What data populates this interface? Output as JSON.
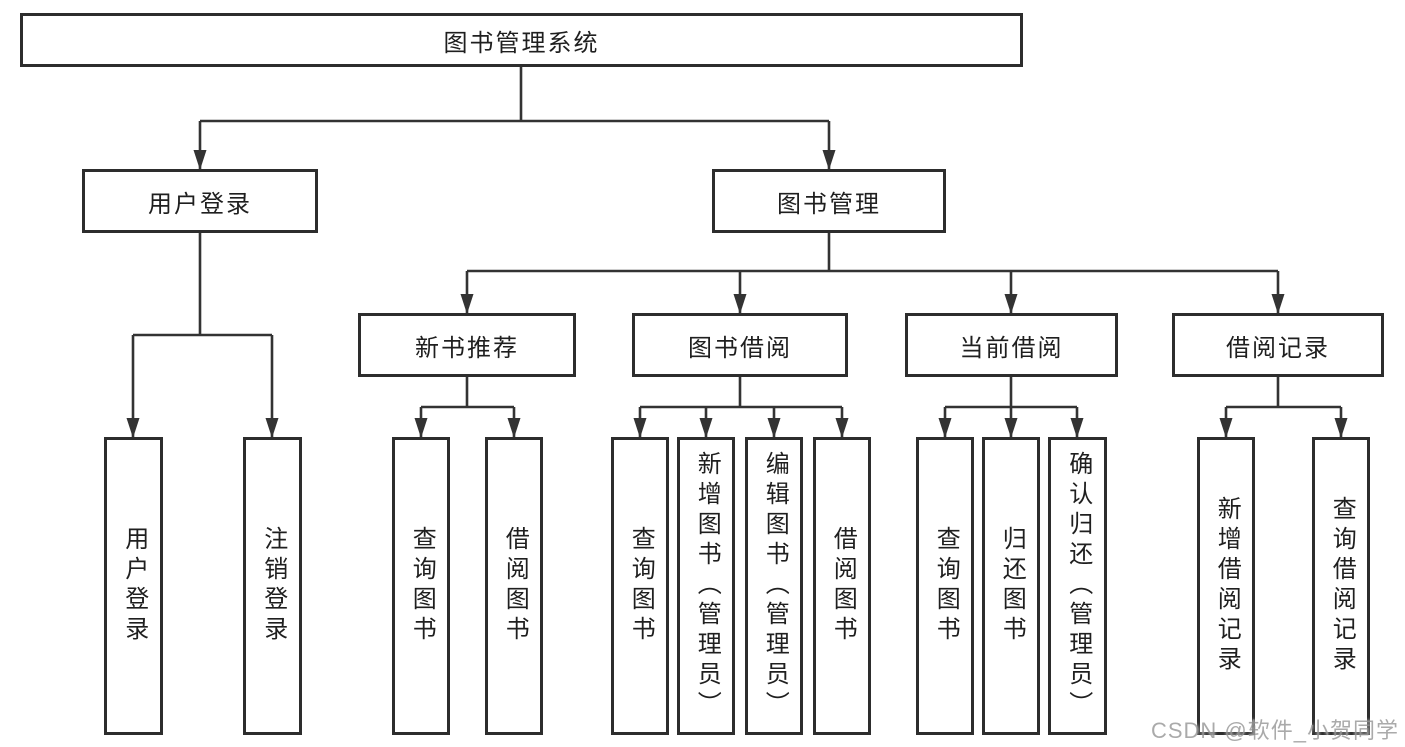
{
  "tree": {
    "root": {
      "label": "图书管理系统",
      "children": [
        {
          "label": "用户登录",
          "children": [
            {
              "label": "用户登录"
            },
            {
              "label": "注销登录"
            }
          ]
        },
        {
          "label": "图书管理",
          "children": [
            {
              "label": "新书推荐",
              "children": [
                {
                  "label": "查询图书"
                },
                {
                  "label": "借阅图书"
                }
              ]
            },
            {
              "label": "图书借阅",
              "children": [
                {
                  "label": "查询图书"
                },
                {
                  "label": "新增图书（管理员）"
                },
                {
                  "label": "编辑图书（管理员）"
                },
                {
                  "label": "借阅图书"
                }
              ]
            },
            {
              "label": "当前借阅",
              "children": [
                {
                  "label": "查询图书"
                },
                {
                  "label": "归还图书"
                },
                {
                  "label": "确认归还（管理员）"
                }
              ]
            },
            {
              "label": "借阅记录",
              "children": [
                {
                  "label": "新增借阅记录"
                },
                {
                  "label": "查询借阅记录"
                }
              ]
            }
          ]
        }
      ]
    }
  },
  "watermark": {
    "text": "CSDN @软件_小贺同学"
  },
  "colors": {
    "line": "#333333",
    "box_border": "#2d2d2d",
    "text": "#1f1f1f",
    "background": "#ffffff",
    "watermark": "#9c9c9c"
  }
}
